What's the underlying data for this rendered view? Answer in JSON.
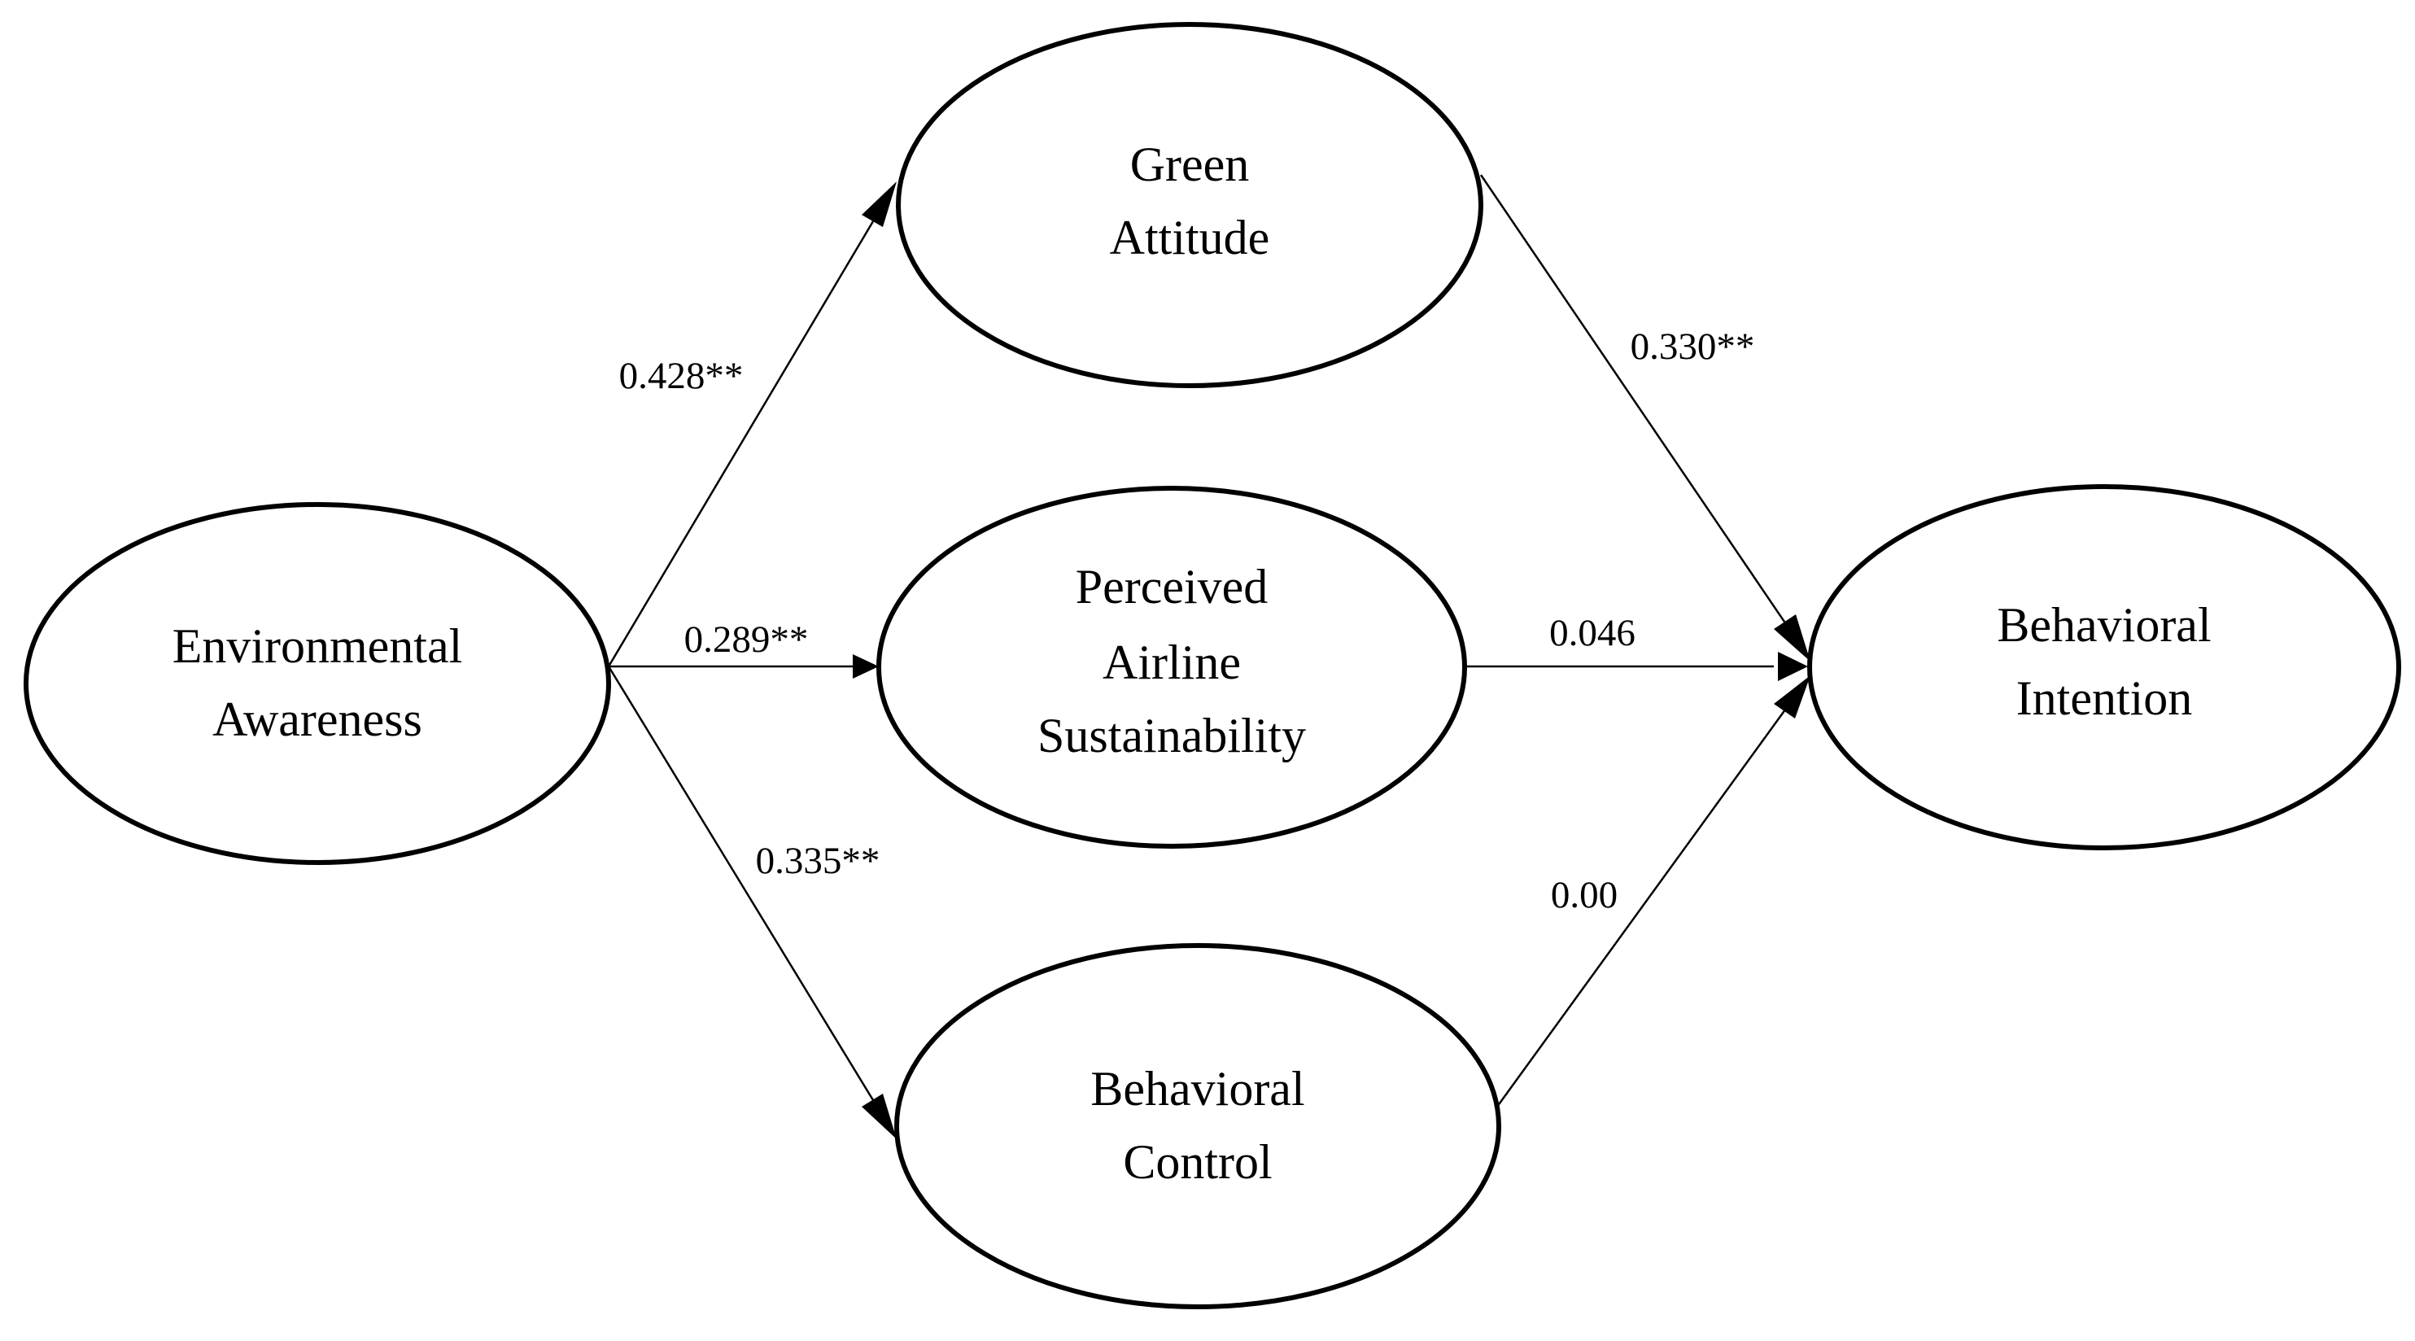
{
  "nodes": {
    "environmental_awareness": {
      "lines": [
        "Environmental",
        "Awareness"
      ]
    },
    "green_attitude": {
      "lines": [
        "Green",
        "Attitude"
      ]
    },
    "perceived_airline_sustainability": {
      "lines": [
        "Perceived",
        "Airline",
        "Sustainability"
      ]
    },
    "behavioral_control": {
      "lines": [
        "Behavioral",
        "Control"
      ]
    },
    "behavioral_intention": {
      "lines": [
        "Behavioral",
        "Intention"
      ]
    }
  },
  "paths": [
    {
      "from": "Environmental Awareness",
      "to": "Green Attitude",
      "coefficient": "0.428**"
    },
    {
      "from": "Environmental Awareness",
      "to": "Perceived Airline Sustainability",
      "coefficient": "0.289**"
    },
    {
      "from": "Environmental Awareness",
      "to": "Behavioral Control",
      "coefficient": "0.335**"
    },
    {
      "from": "Green Attitude",
      "to": "Behavioral Intention",
      "coefficient": "0.330**"
    },
    {
      "from": "Perceived Airline Sustainability",
      "to": "Behavioral Intention",
      "coefficient": "0.046"
    },
    {
      "from": "Behavioral Control",
      "to": "Behavioral Intention",
      "coefficient": "0.00"
    }
  ]
}
